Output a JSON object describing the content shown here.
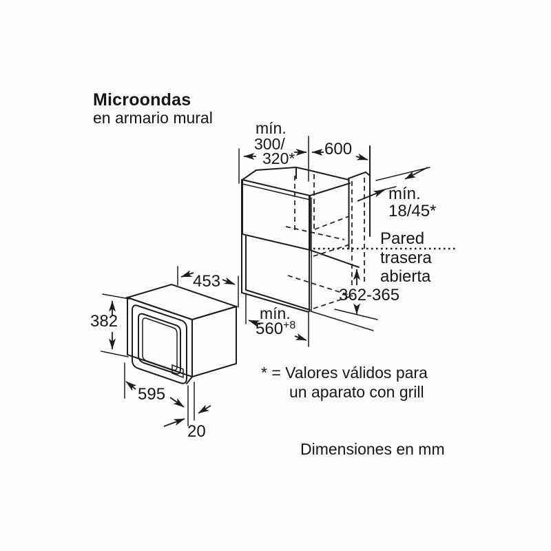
{
  "page": {
    "background": "#fcfcfc",
    "line_color": "#1c1c1c"
  },
  "header": {
    "title": "Microondas",
    "subtitle": "en armario mural"
  },
  "cabinet": {
    "dim_depth_min": {
      "line1": "mín.",
      "line2": "300/",
      "line3": "320*"
    },
    "dim_width": "600",
    "dim_wall_gap": {
      "line1": "mín.",
      "line2": "18/45*"
    },
    "wall_label": {
      "line1": "Pared",
      "line2": "trasera",
      "line3": "abierta"
    },
    "dim_niche_height": "362-365",
    "dim_niche_width": {
      "prefix": "mín.",
      "value": "560",
      "sup": "+8"
    }
  },
  "microwave": {
    "dim_depth": "453",
    "dim_height": "382",
    "dim_width": "595",
    "dim_door_offset": "20"
  },
  "notes": {
    "asterisk_line1": "* = Valores válidos para",
    "asterisk_line2": "un aparato con grill",
    "units": "Dimensiones en mm"
  }
}
